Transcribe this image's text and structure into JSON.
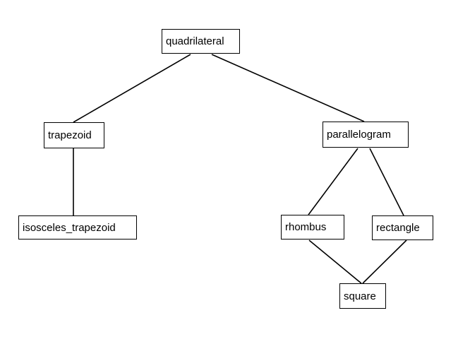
{
  "diagram": {
    "nodes": {
      "quadrilateral": "quadrilateral",
      "trapezoid": "trapezoid",
      "isosceles_trapezoid": "isosceles_trapezoid",
      "parallelogram": "parallelogram",
      "rhombus": "rhombus",
      "rectangle": "rectangle",
      "square": "square"
    },
    "edges": [
      [
        "quadrilateral",
        "trapezoid"
      ],
      [
        "quadrilateral",
        "parallelogram"
      ],
      [
        "trapezoid",
        "isosceles_trapezoid"
      ],
      [
        "parallelogram",
        "rhombus"
      ],
      [
        "parallelogram",
        "rectangle"
      ],
      [
        "rhombus",
        "square"
      ],
      [
        "rectangle",
        "square"
      ]
    ],
    "colors": {
      "stroke": "#000000",
      "background": "#ffffff",
      "text": "#000000"
    }
  }
}
